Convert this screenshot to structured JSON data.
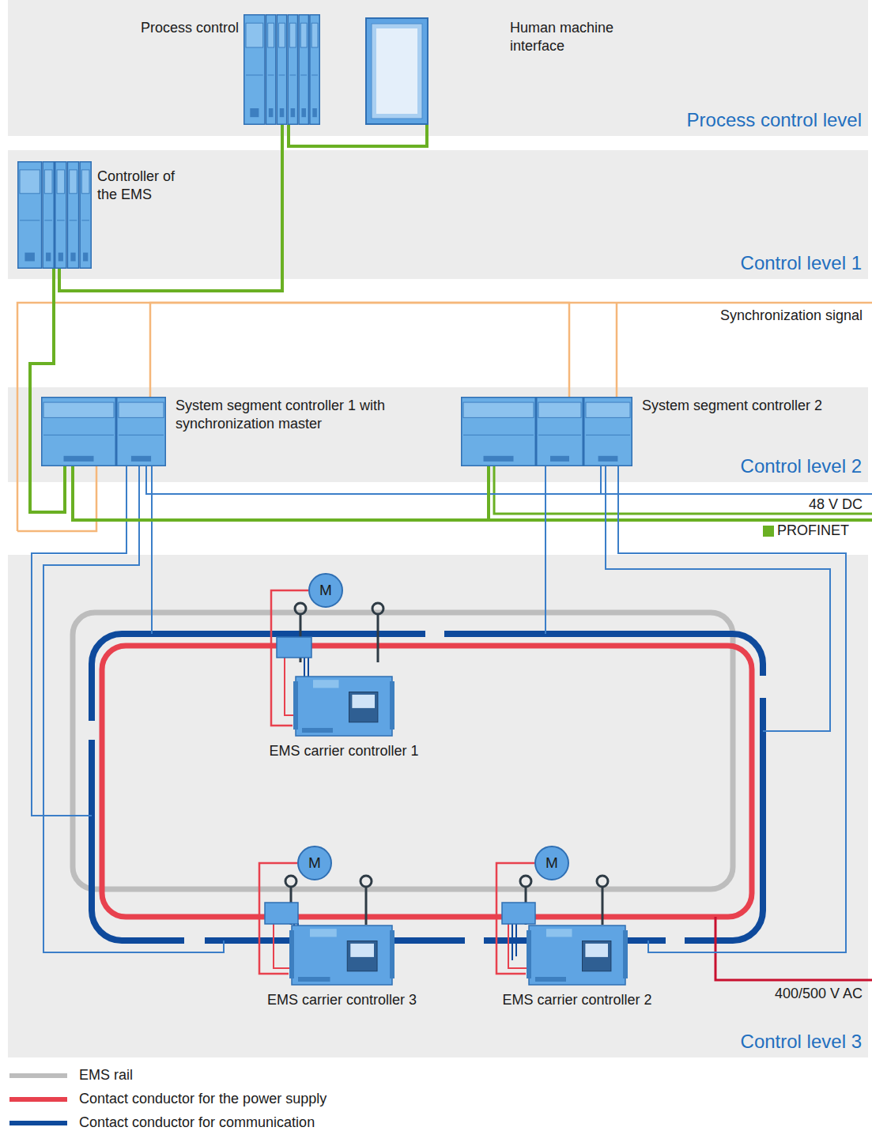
{
  "diagram": {
    "nodes": [
      {
        "text": [
          "Process control level"
        ]
      },
      {
        "text": [
          "Process control"
        ],
        "in": 0
      },
      {
        "text": [
          "Human machine interface"
        ],
        "in": 0
      },
      {
        "text": [
          "Control level 1"
        ]
      },
      {
        "text": [
          "Controller of the EMS"
        ],
        "in": 3
      },
      {
        "text": [
          "Control level 2"
        ]
      },
      {
        "text": [
          "System segment controller 1 with synchronization master"
        ],
        "in": 5
      },
      {
        "text": [
          "System segment controller 2"
        ],
        "in": 5
      },
      {
        "text": [
          "Control level 3"
        ]
      },
      {
        "text": [
          "M"
        ],
        "in": 8
      },
      {
        "text": [
          "EMS carrier controller 1"
        ],
        "in": 8
      },
      {
        "text": [
          "M"
        ],
        "in": 8
      },
      {
        "text": [
          "EMS carrier controller 3"
        ],
        "in": 8
      },
      {
        "text": [
          "M"
        ],
        "in": 8
      },
      {
        "text": [
          "EMS carrier controller 2"
        ],
        "in": 8
      }
    ],
    "edges": [
      {
        "from": 1,
        "to": 2,
        "arrow": "none"
      },
      {
        "from": 1,
        "to": 4,
        "arrow": "none"
      },
      {
        "from": 4,
        "to": 6,
        "arrow": "none"
      },
      {
        "from": 6,
        "to": 7,
        "arrow": "none"
      },
      {
        "from": 6,
        "to": 7,
        "arrow": "none"
      },
      {
        "from": 9,
        "to": 10,
        "arrow": "none"
      },
      {
        "from": 11,
        "to": 12,
        "arrow": "none"
      },
      {
        "from": 13,
        "to": 14,
        "arrow": "none"
      }
    ],
    "labels": [
      "Synchronization signal",
      "48 V DC",
      "400/500 V AC"
    ],
    "legend": [
      {
        "text": "PROFINET",
        "color": "#6ab023"
      },
      {
        "text": "EMS rail"
      },
      {
        "text": "Contact conductor for the power supply"
      },
      {
        "text": "Contact conductor for communication"
      }
    ]
  }
}
